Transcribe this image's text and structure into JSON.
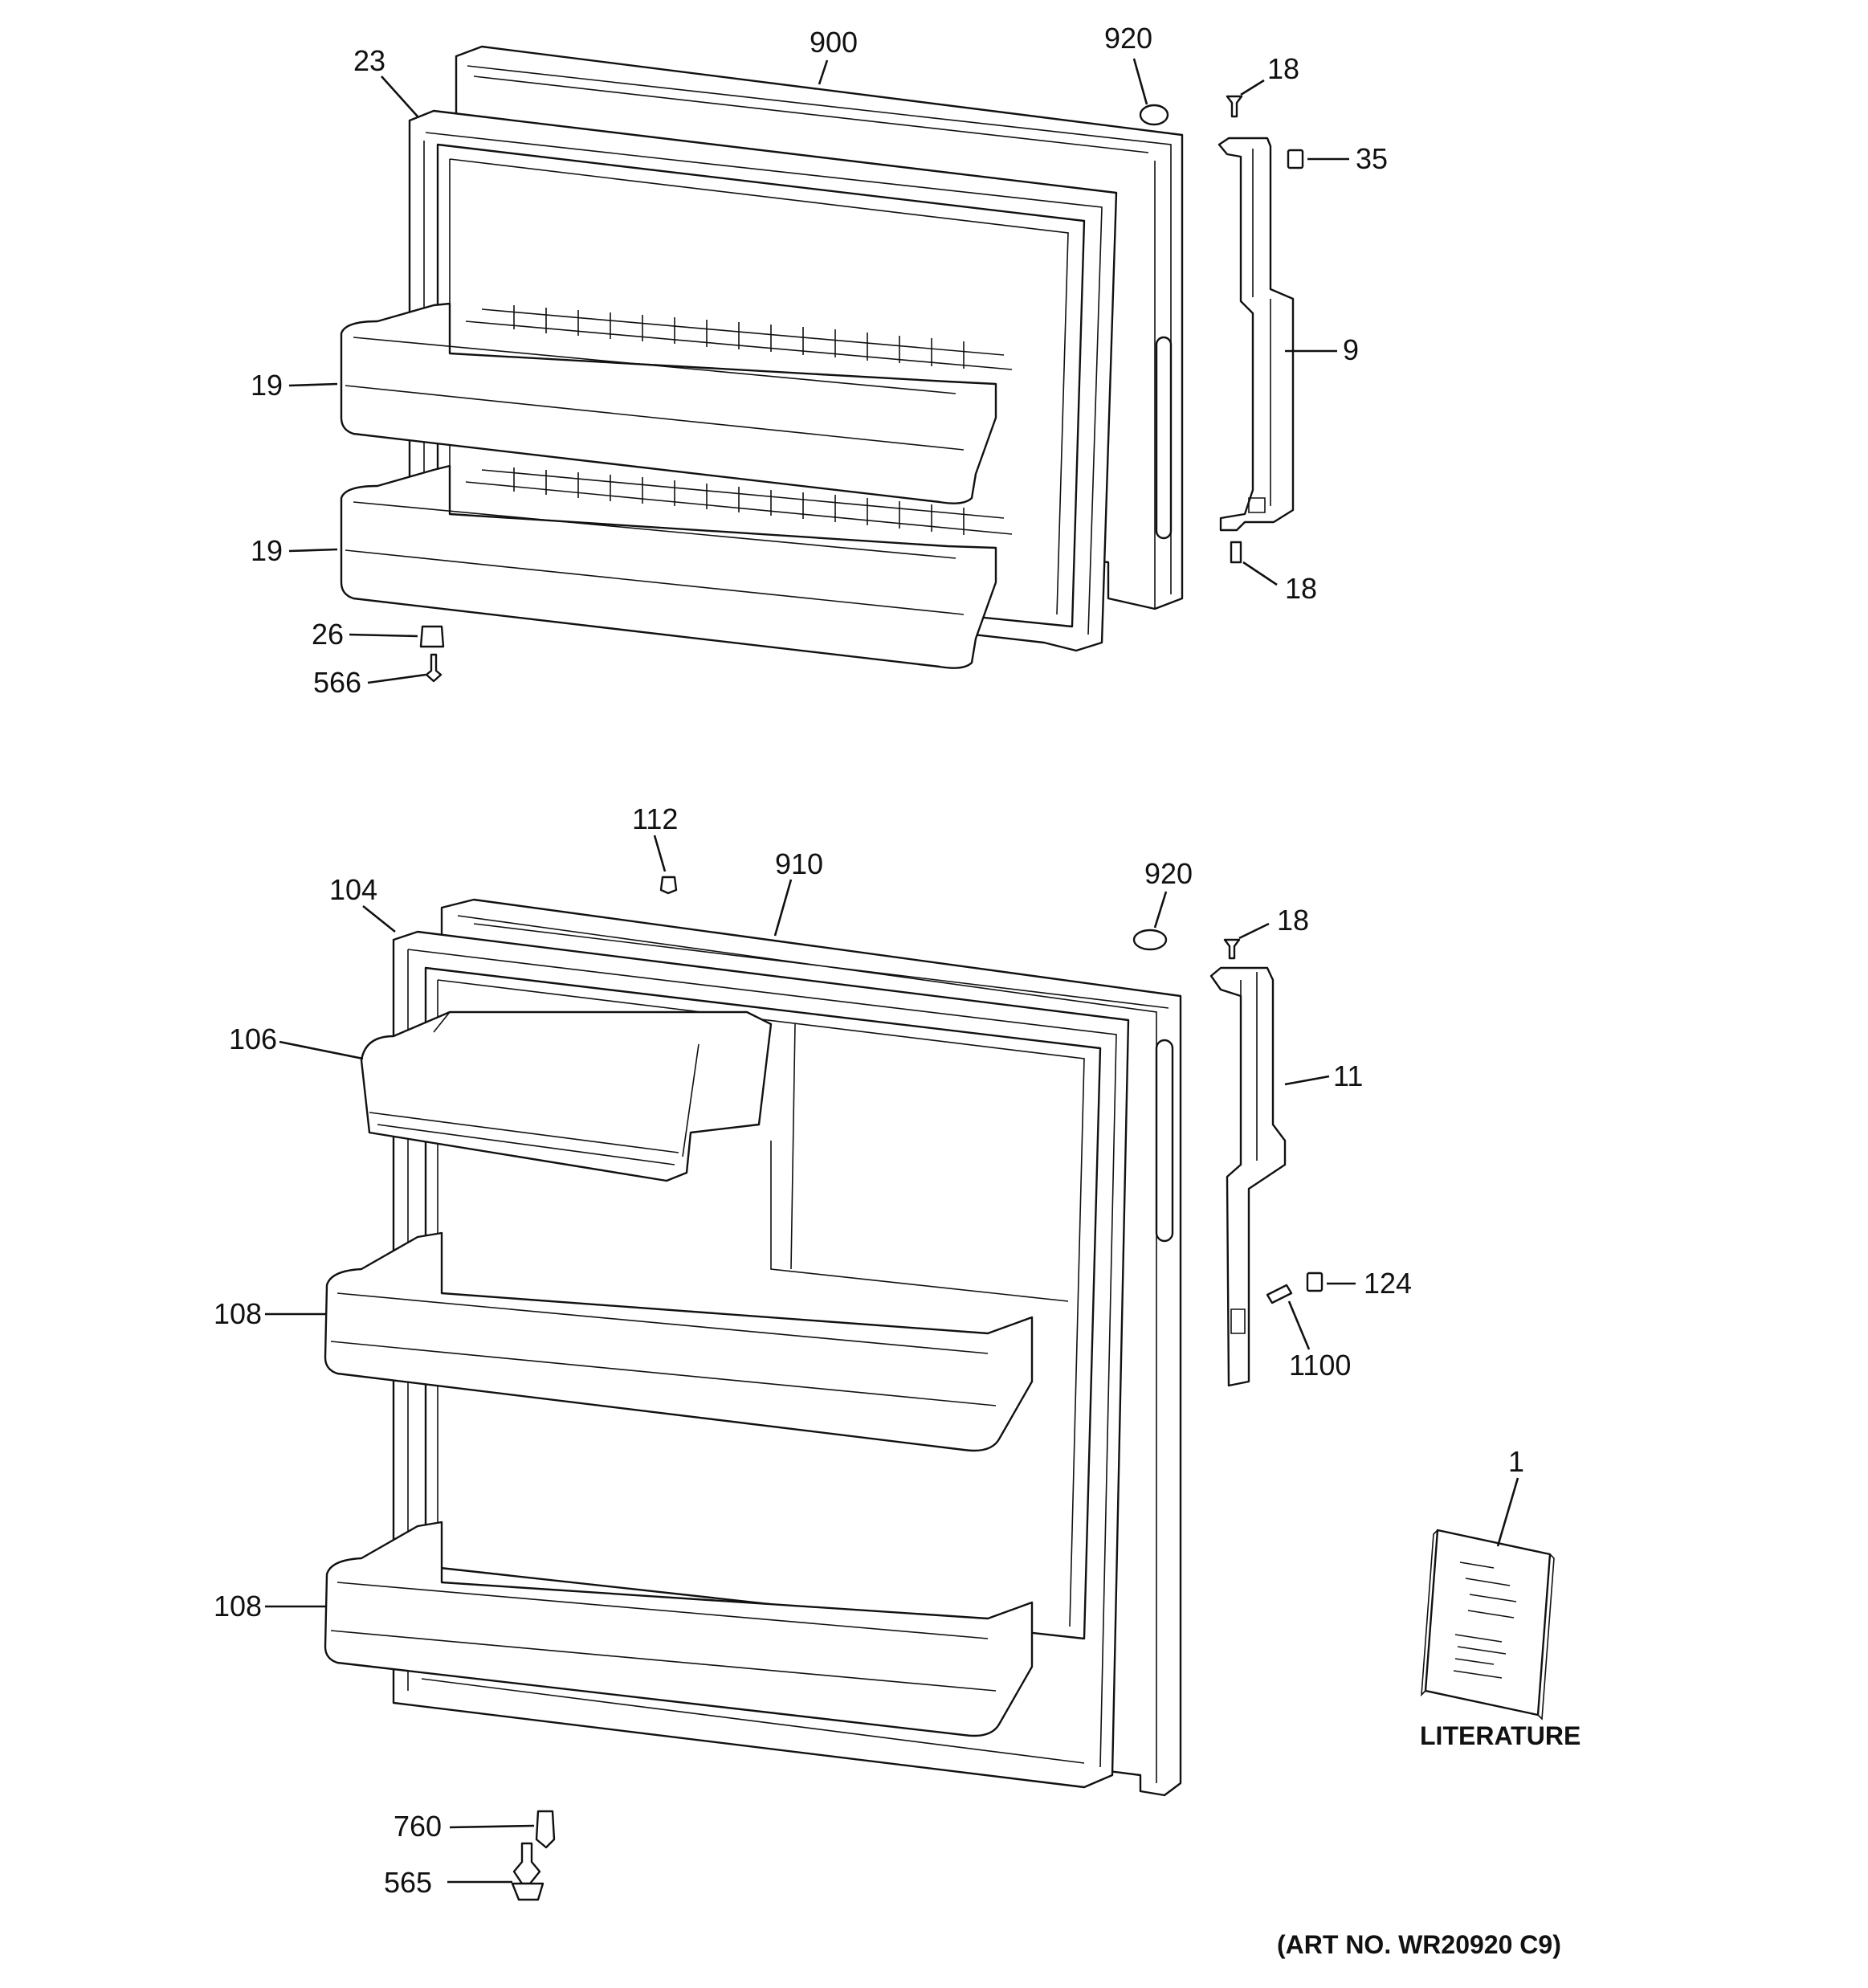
{
  "diagram": {
    "callouts": {
      "c23": "23",
      "c900": "900",
      "c920_top": "920",
      "c18_top_a": "18",
      "c35": "35",
      "c9": "9",
      "c18_top_b": "18",
      "c19_a": "19",
      "c19_b": "19",
      "c26": "26",
      "c566": "566",
      "c112": "112",
      "c910": "910",
      "c920_bottom": "920",
      "c104": "104",
      "c18_bottom": "18",
      "c106": "106",
      "c11": "11",
      "c108_a": "108",
      "c124": "124",
      "c1100": "1100",
      "c1": "1",
      "c108_b": "108",
      "c760": "760",
      "c565": "565"
    },
    "literature_label": "LITERATURE",
    "art_number": "(ART NO. WR20920 C9)"
  }
}
